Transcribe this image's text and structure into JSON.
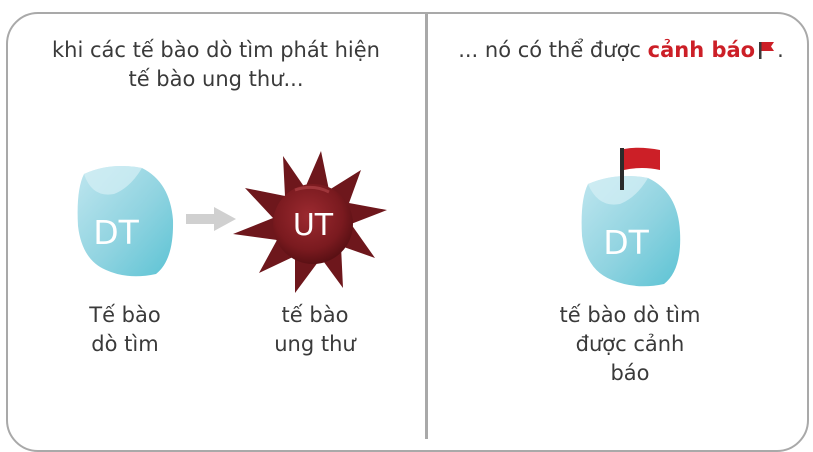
{
  "left_panel": {
    "caption_line1": "khi các tế bào dò tìm phát hiện",
    "caption_line2": "tế bào ung thư...",
    "seeker_cell": {
      "text": "DT",
      "label_line1": "Tế bào",
      "label_line2": "dò tìm"
    },
    "cancer_cell": {
      "text": "UT",
      "label_line1": "tế bào",
      "label_line2": "ung thư"
    },
    "arrow_icon": "right-arrow"
  },
  "right_panel": {
    "caption_prefix": "... nó có thể được ",
    "caption_highlight": "cảnh báo",
    "caption_suffix": ".",
    "alerted_cell": {
      "text": "DT",
      "label_line1": "tế bào dò tìm",
      "label_line2": "được cảnh",
      "label_line3": "báo"
    },
    "flag_icon": "red-flag"
  },
  "colors": {
    "seeker_cell": "#8fd3e0",
    "cancer_cell": "#7a1a1f",
    "warning": "#cc1f27",
    "border": "#a9a9a9",
    "arrow": "#d0d0d0"
  }
}
